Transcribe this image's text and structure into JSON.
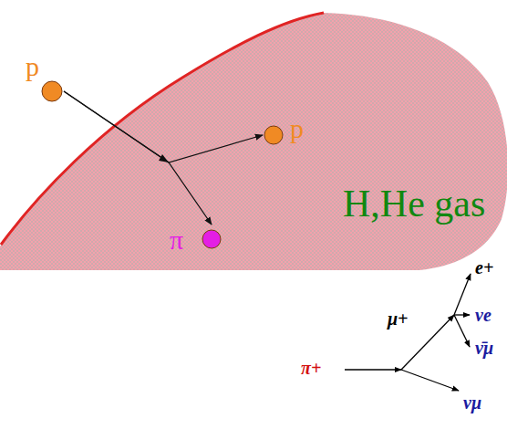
{
  "diagram": {
    "nodes": [
      {
        "text": [
          "p"
        ]
      },
      {
        "text": [
          "H,He gas"
        ]
      },
      {
        "text": [
          "p"
        ],
        "in": 1
      },
      {
        "text": [
          "π"
        ],
        "in": 1
      }
    ],
    "edges": [
      {
        "from": 0,
        "to": 2,
        "arrow": "to"
      },
      {
        "from": 0,
        "to": 3,
        "arrow": "to"
      }
    ],
    "labels": [
      "π+",
      "μ+",
      "e+",
      "νe",
      "ν̄μ",
      "νμ"
    ]
  }
}
